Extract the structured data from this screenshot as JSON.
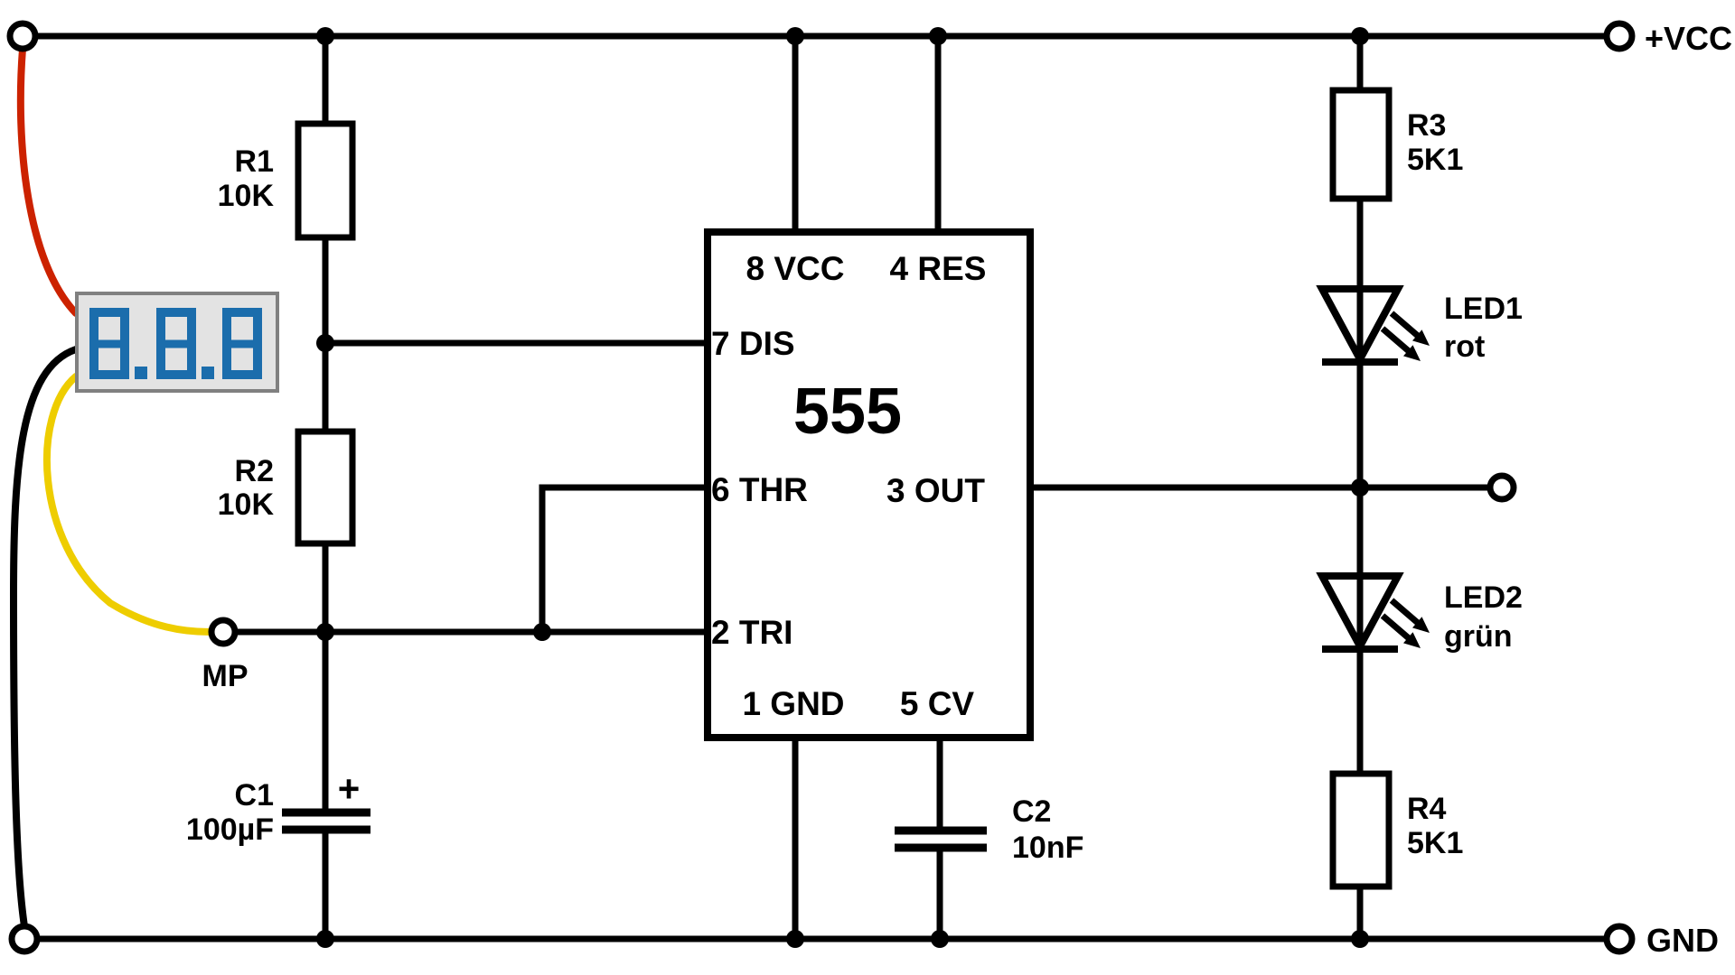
{
  "schematic": {
    "ic": {
      "label": "555",
      "pins": {
        "p8": "8 VCC",
        "p4": "4 RES",
        "p7": "7 DIS",
        "p6": "6 THR",
        "p3": "3 OUT",
        "p2": "2 TRI",
        "p1": "1 GND",
        "p5": "5 CV"
      }
    },
    "power": {
      "vcc": "+VCC",
      "gnd": "GND"
    },
    "measure_point": "MP",
    "r1": {
      "ref": "R1",
      "value": "10K"
    },
    "r2": {
      "ref": "R2",
      "value": "10K"
    },
    "r3": {
      "ref": "R3",
      "value": "5K1"
    },
    "r4": {
      "ref": "R4",
      "value": "5K1"
    },
    "c1": {
      "ref": "C1",
      "value": "100µF",
      "polarity": "+"
    },
    "c2": {
      "ref": "C2",
      "value": "10nF"
    },
    "led1": {
      "ref": "LED1",
      "color_name": "rot"
    },
    "led2": {
      "ref": "LED2",
      "color_name": "grün"
    },
    "display": {
      "value": "8.8.8"
    }
  },
  "colors": {
    "line_black": "#000000",
    "wire_red": "#cc2200",
    "wire_yellow": "#eecd00",
    "display_segment_blue": "#1b6dac",
    "display_background": "#e3e3e3",
    "display_border": "#808080",
    "pin_label_gray": "#666666"
  }
}
